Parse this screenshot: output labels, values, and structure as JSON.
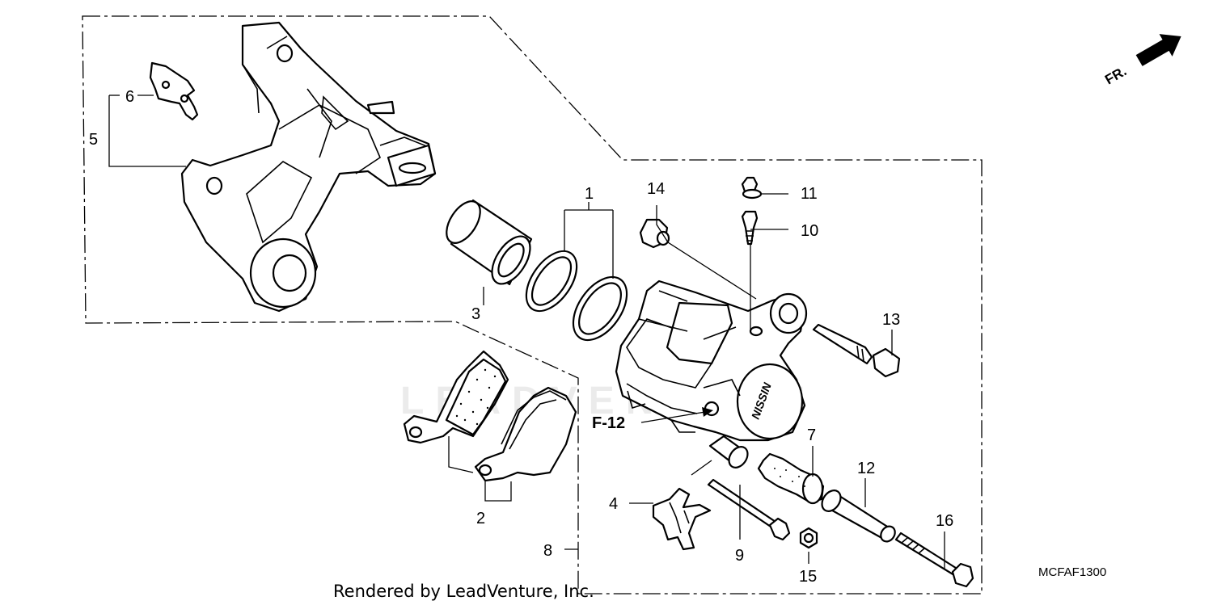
{
  "diagram": {
    "diagram_code": "MCFAF1300",
    "credit": "Rendered by LeadVenture, Inc.",
    "watermark": "LEADVENTURE",
    "direction_mark": "FR.",
    "reference": "F-12",
    "callouts": [
      {
        "id": "callout-1",
        "text": "1"
      },
      {
        "id": "callout-2",
        "text": "2"
      },
      {
        "id": "callout-3",
        "text": "3"
      },
      {
        "id": "callout-4",
        "text": "4"
      },
      {
        "id": "callout-5",
        "text": "5"
      },
      {
        "id": "callout-6",
        "text": "6"
      },
      {
        "id": "callout-7",
        "text": "7"
      },
      {
        "id": "callout-8",
        "text": "8"
      },
      {
        "id": "callout-9",
        "text": "9"
      },
      {
        "id": "callout-10",
        "text": "10"
      },
      {
        "id": "callout-11",
        "text": "11"
      },
      {
        "id": "callout-12",
        "text": "12"
      },
      {
        "id": "callout-13",
        "text": "13"
      },
      {
        "id": "callout-14",
        "text": "14"
      },
      {
        "id": "callout-15",
        "text": "15"
      },
      {
        "id": "callout-16",
        "text": "16"
      }
    ],
    "caliper_marking": "NISSIN"
  }
}
